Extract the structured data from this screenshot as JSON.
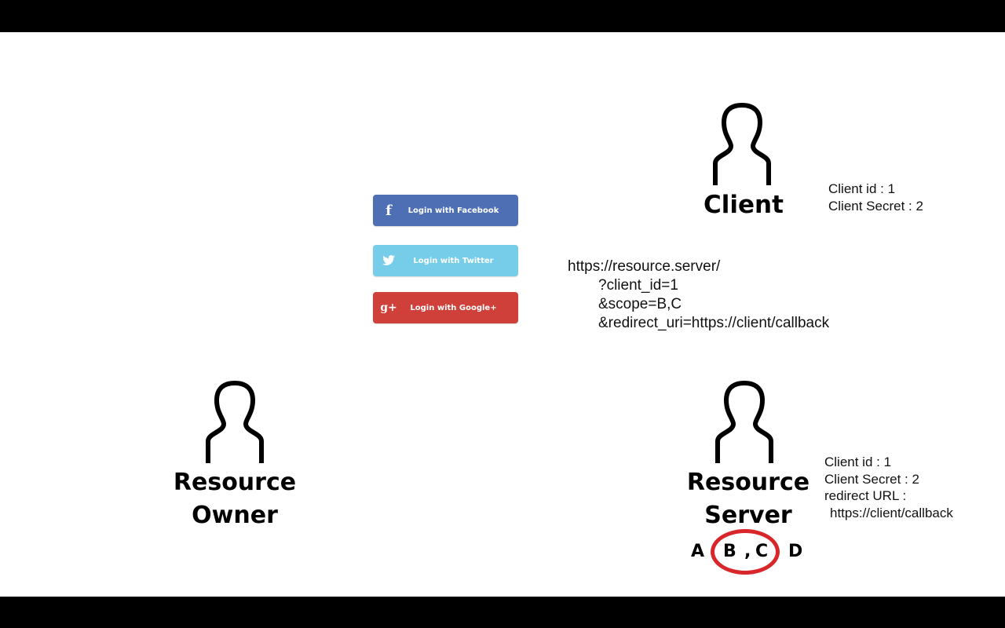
{
  "actors": {
    "client": {
      "label": "Client"
    },
    "resource_owner": {
      "label_line1": "Resource",
      "label_line2": "Owner"
    },
    "resource_server": {
      "label_line1": "Resource",
      "label_line2": "Server"
    }
  },
  "client_info": {
    "line1": "Client id : 1",
    "line2": "Client Secret : 2"
  },
  "server_info": {
    "line1": "Client id : 1",
    "line2": "Client Secret : 2",
    "line3": "redirect URL :",
    "line4": "https://client/callback"
  },
  "auth_url": {
    "line1": "https://resource.server/",
    "line2": "?client_id=1",
    "line3": "&scope=B,C",
    "line4": "&redirect_uri=https://client/callback"
  },
  "login_buttons": [
    {
      "label": "Login with Facebook",
      "icon": "facebook-icon",
      "glyph": "f",
      "color": "#4f6fb5"
    },
    {
      "label": "Login with Twitter",
      "icon": "twitter-icon",
      "glyph": "🐦",
      "color": "#76cde9"
    },
    {
      "label": "Login with Google+",
      "icon": "google-plus-icon",
      "glyph": "g+",
      "color": "#d0403a"
    }
  ],
  "scopes": {
    "a": "A",
    "b": "B",
    "comma": ",",
    "c": "C",
    "d": "D",
    "highlight_color": "#d8262a"
  }
}
